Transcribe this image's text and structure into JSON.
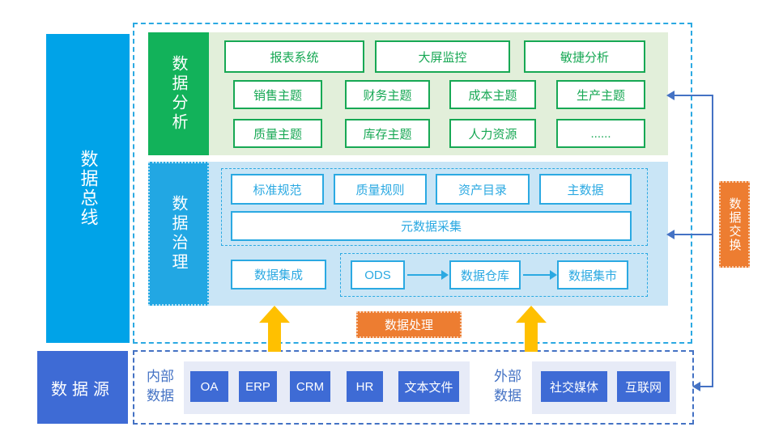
{
  "bus": {
    "label": "数据总线"
  },
  "analysis": {
    "label": "数据分析",
    "row1": [
      "报表系统",
      "大屏监控",
      "敏捷分析"
    ],
    "row2": [
      "销售主题",
      "财务主题",
      "成本主题",
      "生产主题"
    ],
    "row3": [
      "质量主题",
      "库存主题",
      "人力资源",
      "......"
    ]
  },
  "governance": {
    "label": "数据治理",
    "rules": [
      "标准规范",
      "质量规则",
      "资产目录",
      "主数据"
    ],
    "metadata_label": "元数据采集",
    "integration_label": "数据集成",
    "flow": [
      "ODS",
      "数据仓库",
      "数据集市"
    ]
  },
  "processing": {
    "label": "数据处理"
  },
  "exchange": {
    "label": "数据交换"
  },
  "source": {
    "label": "数据源",
    "internal_label": "内部数据",
    "internal_items": [
      "OA",
      "ERP",
      "CRM",
      "HR",
      "文本文件"
    ],
    "external_label": "外部数据",
    "external_items": [
      "社交媒体",
      "互联网"
    ]
  },
  "colors": {
    "bus_blue": "#00A3E8",
    "green": "#12B25A",
    "light_green": "#E2EFDA",
    "cyan": "#2BA9E2",
    "light_blue": "#C9E5F6",
    "royal_blue": "#3E6BD5",
    "connector_blue": "#4472C4",
    "orange": "#ED7D31",
    "arrow_yellow": "#FFC000",
    "strip_lavender": "#E7EBF7"
  }
}
